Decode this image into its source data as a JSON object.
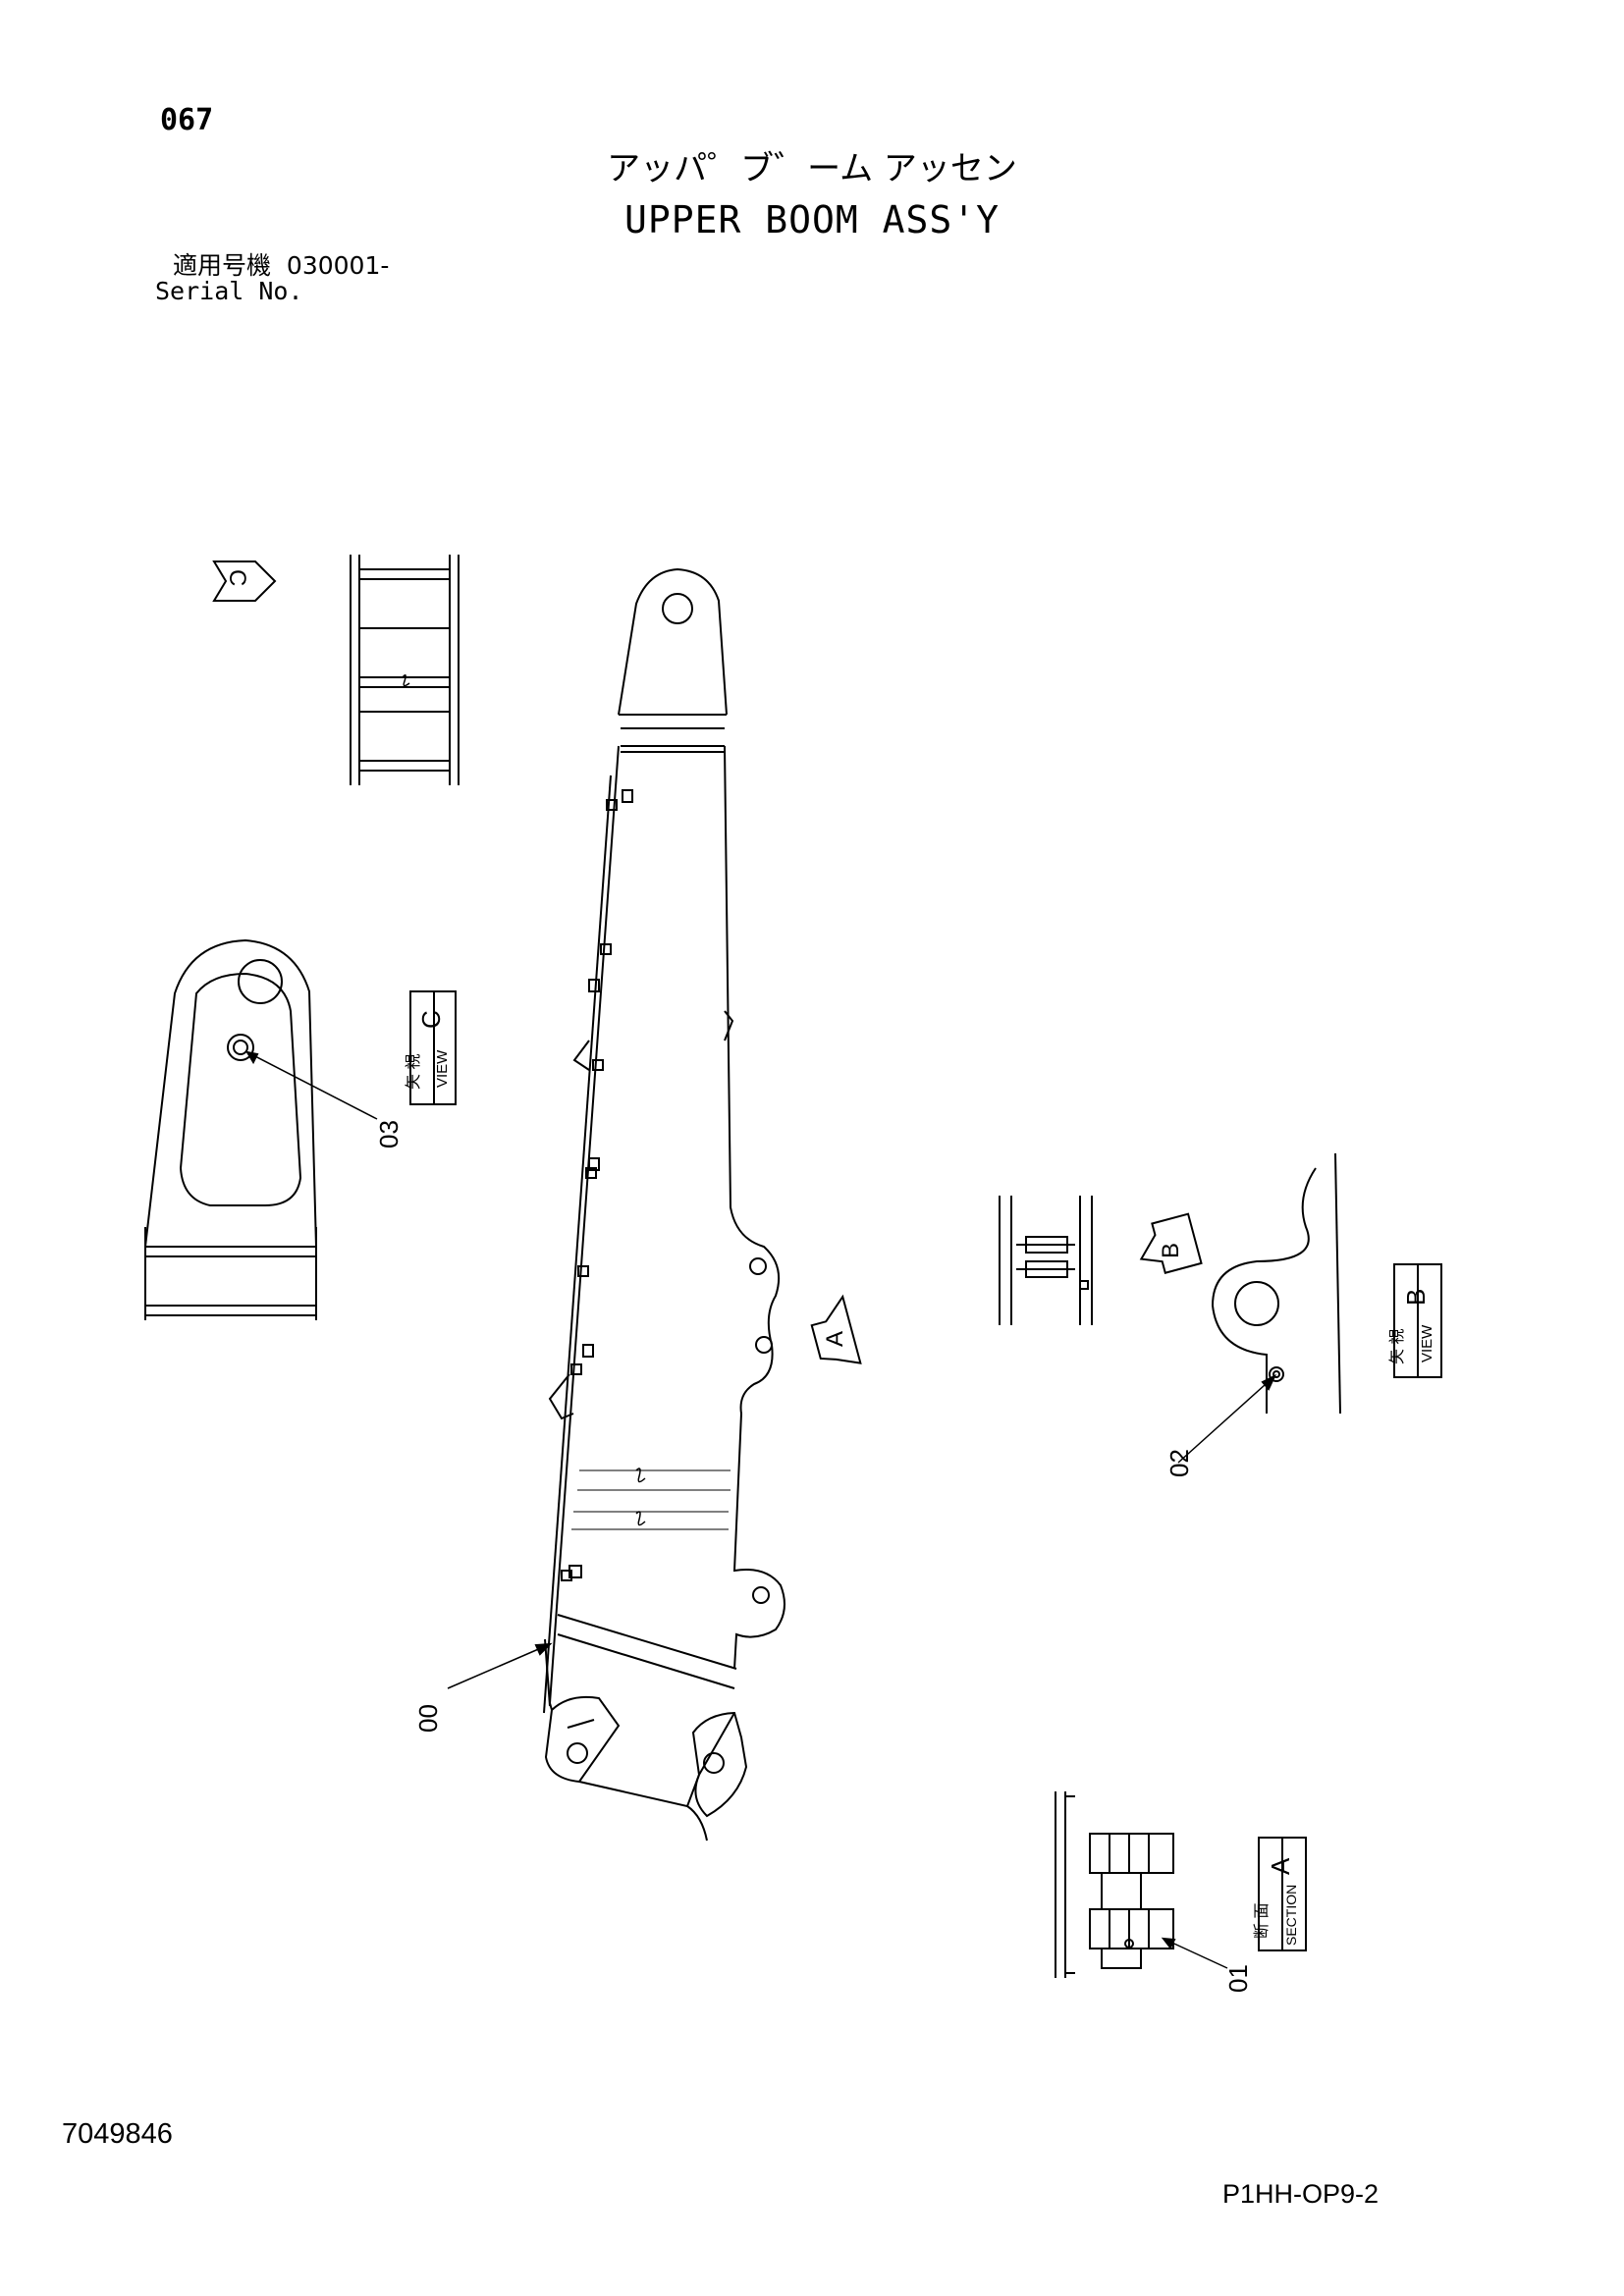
{
  "header": {
    "page_number": "067",
    "title_jp": "アッパ゜ブ゛ーム アッセン",
    "title_en": "UPPER BOOM ASS'Y",
    "serial_label_jp": "適用号機",
    "serial_value": "030001-",
    "serial_label_en": "Serial No."
  },
  "views": {
    "view_c": {
      "kanji": "矢 視",
      "word": "VIEW",
      "letter": "C",
      "arrow_letter": "C"
    },
    "view_b": {
      "kanji": "矢 視",
      "word": "VIEW",
      "letter": "B",
      "arrow_letter": "B"
    },
    "section_a": {
      "kanji": "断 面",
      "word": "SECTION",
      "letter": "A",
      "arrow_letter": "A"
    }
  },
  "callouts": [
    "00",
    "01",
    "02",
    "03"
  ],
  "footer": {
    "drawing_number": "7049846",
    "page_code": "P1HH-OP9-2"
  }
}
